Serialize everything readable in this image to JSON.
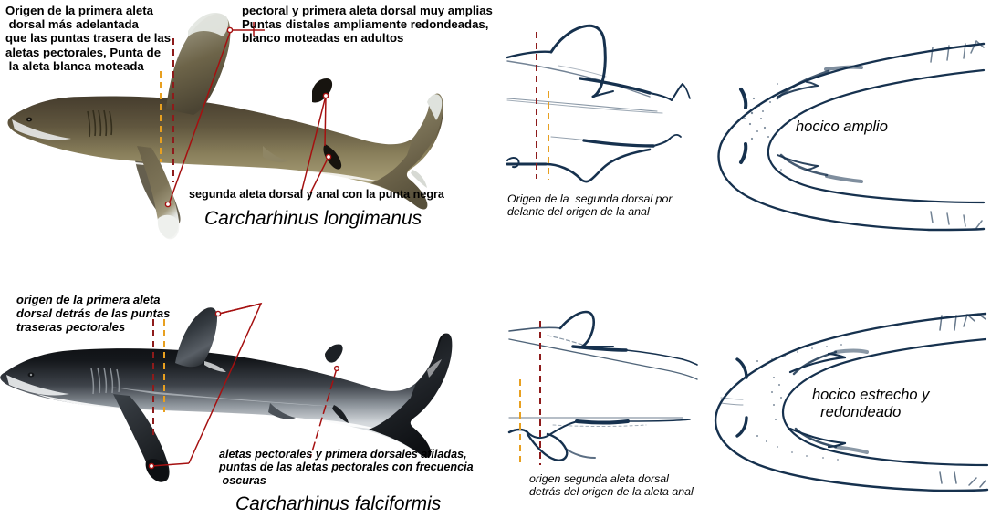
{
  "figure": {
    "kind": "shark-identification-plate",
    "language": "es",
    "background": "#ffffff",
    "leader_line_color": "#a51010",
    "reference_line_red": "#8e1b1b",
    "reference_line_orange": "#e8a020",
    "outline_ink": "#1d3a57"
  },
  "top_panel": {
    "species_name": "Carcharhinus longimanus",
    "annotation_left": "Origen de la primera aleta\n dorsal más adelantada\nque las puntas trasera de las\naletas pectorales, Punta de\n la aleta blanca moteada",
    "annotation_right": "pectoral y primera aleta dorsal muy amplias\nPuntas distales ampliamente redondeadas,\nblanco moteadas en adultos",
    "annotation_below": "segunda aleta dorsal y anal con la punta negra",
    "middle_caption": "Origen de la  segunda dorsal por\ndelante del origen de la anal",
    "snout_label": "hocico amplio",
    "shark_colors": {
      "dorsal": "#4f4535",
      "mid": "#7e7352",
      "flank": "#9a9068",
      "belly": "#f2f2ef",
      "fin_tip_white": "#e6e8e6",
      "fin_tip_black": "#14110d"
    }
  },
  "bottom_panel": {
    "species_name": "Carcharhinus falciformis",
    "annotation_left": "origen de la primera aleta\ndorsal detrás de las puntas\ntraseras pectorales",
    "annotation_below": "aletas pectorales y primera dorsales afiladas,\npuntas de las aletas pectorales con frecuencia\n oscuras",
    "middle_caption": "origen segunda aleta dorsal\ndetrás del origen de la aleta anal",
    "snout_label": "hocico estrecho y\n  redondeado",
    "shark_colors": {
      "dorsal": "#0d0f12",
      "mid": "#3b4046",
      "flank": "#9aa0a6",
      "belly": "#f4f5f6",
      "fin_dark": "#2a2d31"
    }
  }
}
